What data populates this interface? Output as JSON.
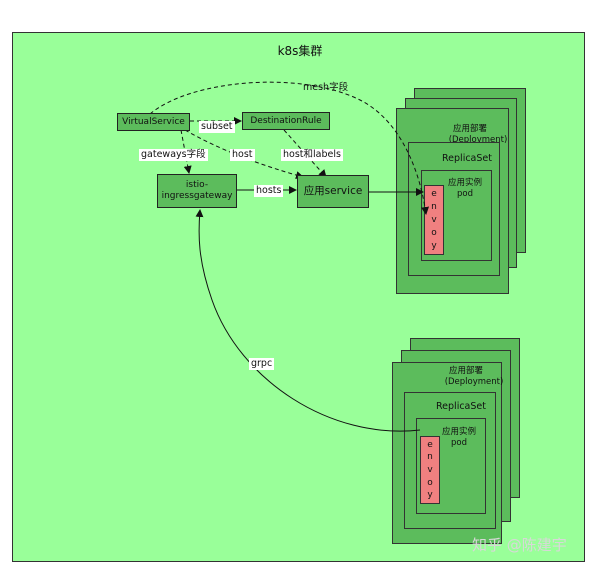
{
  "cluster": {
    "title": "k8s集群"
  },
  "nodes": {
    "virtual_service": "VirtualService",
    "destination_rule": "DestinationRule",
    "ingress_gateway": "istio-\ningressgateway",
    "app_service": "应用service"
  },
  "edge_labels": {
    "subset": "subset",
    "mesh": "mesh字段",
    "gateways": "gateways字段",
    "host": "host",
    "host_labels": "host和labels",
    "hosts": "hosts",
    "grpc": "grpc"
  },
  "deployments": [
    {
      "title": "应用部署",
      "subtitle": "(Deployment)",
      "replicaset": "ReplicaSet",
      "pod_title": "应用实例",
      "pod_sub": "pod",
      "envoy": [
        "e",
        "n",
        "v",
        "o",
        "y"
      ]
    },
    {
      "title": "应用部署",
      "subtitle": "(Deployment)",
      "replicaset": "ReplicaSet",
      "pod_title": "应用实例",
      "pod_sub": "pod",
      "envoy": [
        "e",
        "n",
        "v",
        "o",
        "y"
      ]
    }
  ],
  "watermark": "知乎 @陈建宇",
  "colors": {
    "cluster_bg": "#99ff99",
    "node_fill": "#5cbc5c",
    "envoy_fill": "#f08080"
  }
}
